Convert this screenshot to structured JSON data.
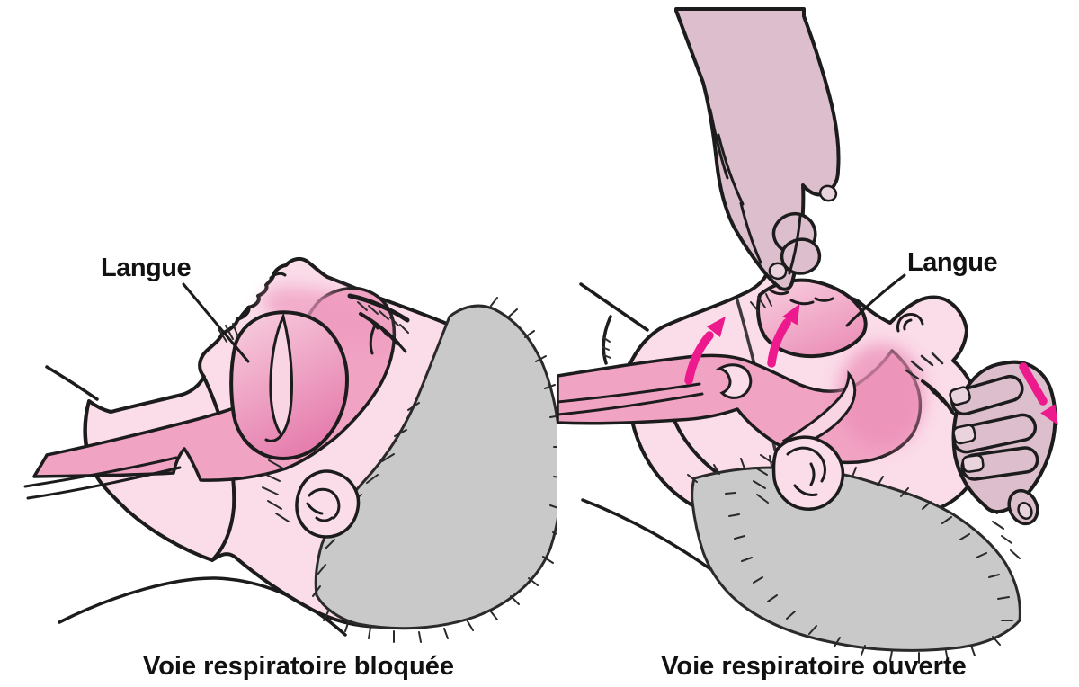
{
  "figure": {
    "background": "#ffffff",
    "panels": [
      {
        "name": "blocked-airway",
        "anatomy_label": "Langue",
        "caption": "Voie respiratoire bloquée",
        "arrows": []
      },
      {
        "name": "open-airway",
        "anatomy_label": "Langue",
        "caption": "Voie respiratoire ouverte",
        "arrows": [
          "up",
          "up",
          "down-right"
        ]
      }
    ]
  },
  "colors": {
    "skin": "#fbdce9",
    "skin_deep": "#ee9abf",
    "airway": "#f1a3c4",
    "palate": "#f9d4e2",
    "hand": "#dcbecd",
    "nail": "#e9d4de",
    "hair": "#c9c9c9",
    "outline": "#1c1c1c",
    "arrow": "#ec1a8c",
    "label_text": "#111111"
  }
}
